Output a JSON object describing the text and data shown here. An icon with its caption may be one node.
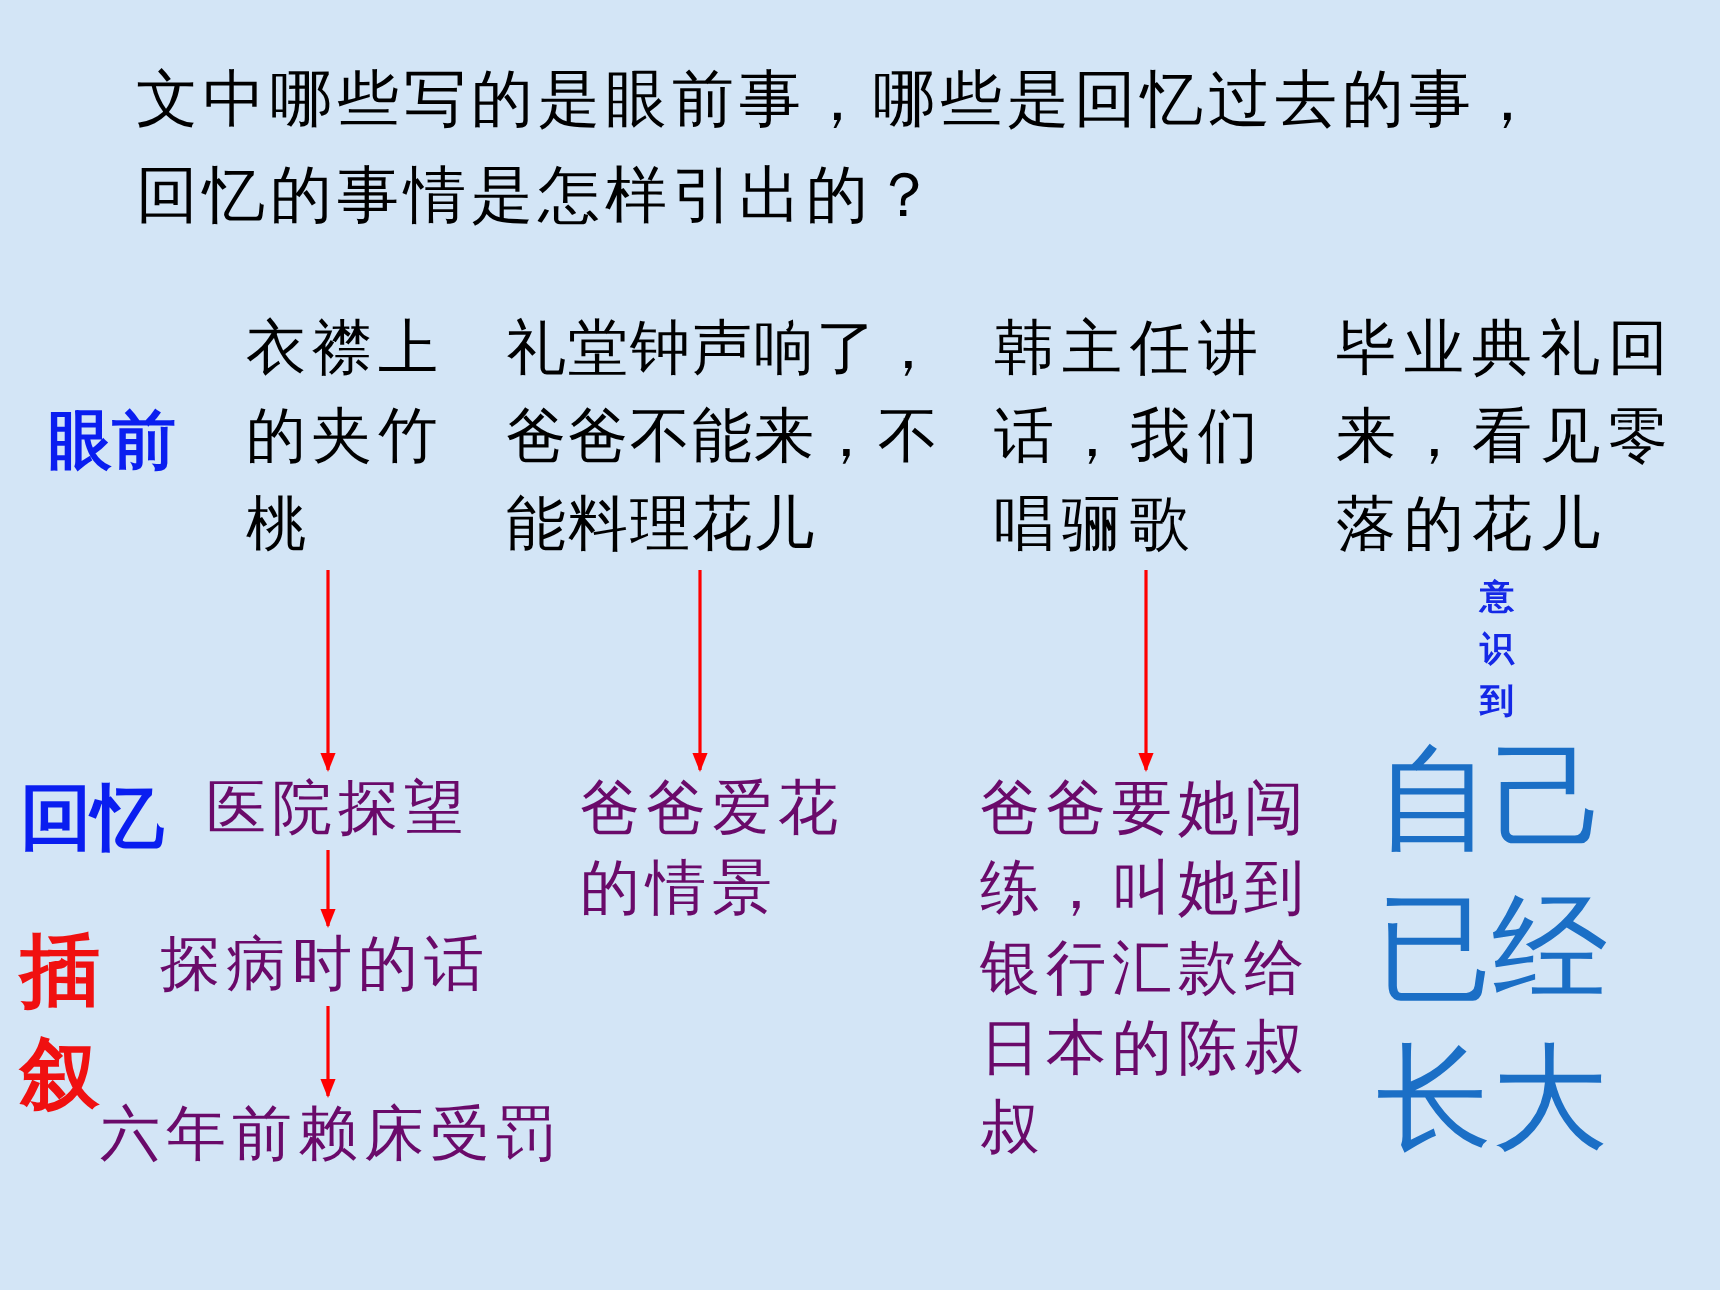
{
  "diagram": {
    "title": "文中哪些写的是眼前事，哪些是回忆过去的事，回忆的事情是怎样引出的？",
    "nodes": [
      {
        "text": [
          "衣襟上的夹竹桃"
        ]
      },
      {
        "text": [
          "礼堂钟声响了，爸爸不能来，不能料理花儿"
        ]
      },
      {
        "text": [
          "韩主任讲话，我们唱骊歌"
        ]
      },
      {
        "text": [
          "医院探望"
        ]
      },
      {
        "text": [
          "探病时的话"
        ]
      },
      {
        "text": [
          "六年前赖床受罚"
        ]
      },
      {
        "text": [
          "爸爸爱花的情景"
        ]
      },
      {
        "text": [
          "爸爸要她闯练，叫她到银行汇款给日本的陈叔叔"
        ]
      }
    ],
    "edges": [
      {
        "from": 0,
        "to": 3,
        "arrow": "to"
      },
      {
        "from": 3,
        "to": 4,
        "arrow": "to"
      },
      {
        "from": 4,
        "to": 5,
        "arrow": "to"
      },
      {
        "from": 1,
        "to": 6,
        "arrow": "to"
      },
      {
        "from": 2,
        "to": 7,
        "arrow": "to"
      }
    ],
    "labels": [
      "毕业典礼回来，看见零落的花儿",
      "眼前",
      "意识到",
      "回忆",
      "自己已经长大",
      "插叙"
    ]
  }
}
